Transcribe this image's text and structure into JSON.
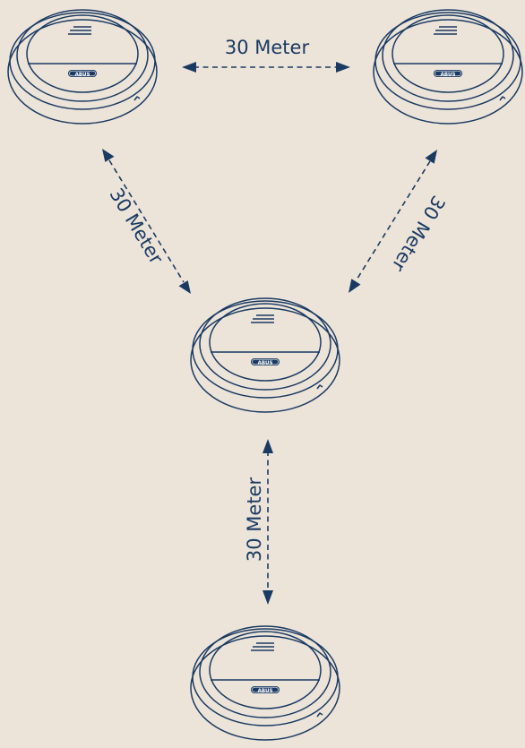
{
  "colors": {
    "background": "#ede4d9",
    "line": "#1a3a63"
  },
  "devices": [
    {
      "name": "smoke-detector-top-left",
      "brand": "ABUS"
    },
    {
      "name": "smoke-detector-top-right",
      "brand": "ABUS"
    },
    {
      "name": "smoke-detector-center",
      "brand": "ABUS"
    },
    {
      "name": "smoke-detector-bottom",
      "brand": "ABUS"
    }
  ],
  "links": [
    {
      "name": "distance-top",
      "label": "30 Meter"
    },
    {
      "name": "distance-left-diagonal",
      "label": "30 Meter"
    },
    {
      "name": "distance-right-diagonal",
      "label": "30 Meter"
    },
    {
      "name": "distance-vertical",
      "label": "30 Meter"
    }
  ]
}
